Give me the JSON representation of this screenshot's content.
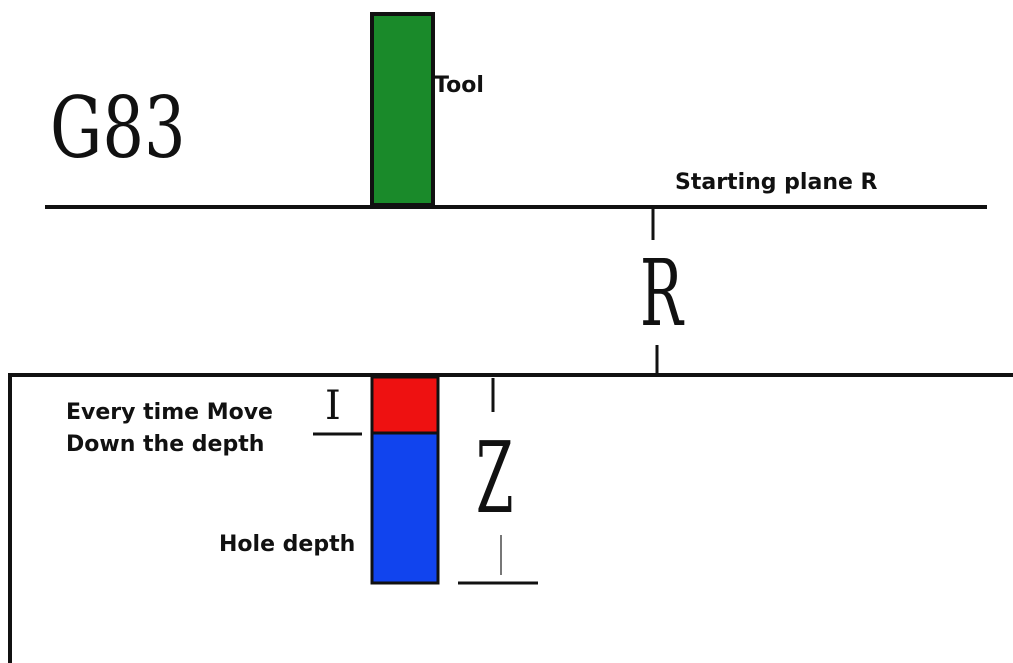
{
  "title": "G83",
  "labels": {
    "tool": "Tool",
    "starting_plane": "Starting plane R",
    "r_dimension": "R",
    "i_dimension": "I",
    "z_dimension": "Z",
    "peck_line1": "Every time Move",
    "peck_line2": "Down the depth",
    "hole_depth": "Hole depth"
  },
  "colors": {
    "tool": "#1a8a2a",
    "peck": "#ee1111",
    "hole": "#1144ee",
    "line": "#111111"
  }
}
